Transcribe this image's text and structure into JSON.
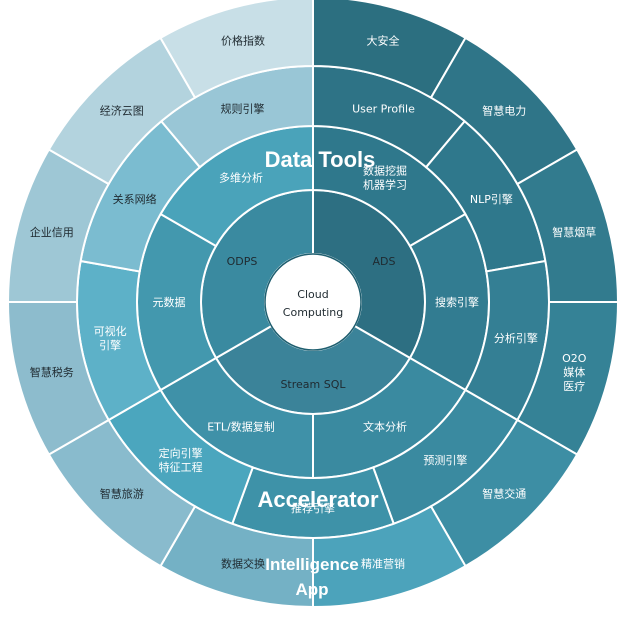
{
  "center": {
    "lines": [
      "Cloud",
      "Computing"
    ]
  },
  "band_titles": [
    {
      "key": "data_tools",
      "text": "Data Tools"
    },
    {
      "key": "accelerator",
      "text": "Accelerator"
    },
    {
      "key": "intelligence_app",
      "lines": [
        "Intelligence",
        "App"
      ]
    }
  ],
  "rings": [
    {
      "level": 1,
      "segments": [
        {
          "lines": [
            "ADS"
          ],
          "color": "#2d6f82"
        },
        {
          "lines": [
            "Stream SQL"
          ],
          "color": "#3b8399"
        },
        {
          "lines": [
            "ODPS"
          ],
          "color": "#3a8aa0"
        }
      ]
    },
    {
      "level": 2,
      "segments": [
        {
          "lines": [
            "数据挖掘",
            "机器学习"
          ],
          "color": "#2f788c"
        },
        {
          "lines": [
            "搜索引擎"
          ],
          "color": "#327c91"
        },
        {
          "lines": [
            "文本分析"
          ],
          "color": "#3a8aa0"
        },
        {
          "lines": [
            "ETL/数据复制"
          ],
          "color": "#3f91a8"
        },
        {
          "lines": [
            "元数据"
          ],
          "color": "#4398ae"
        },
        {
          "lines": [
            "多维分析"
          ],
          "color": "#4aa3ba"
        }
      ]
    },
    {
      "level": 3,
      "segments": [
        {
          "lines": [
            "User Profile"
          ],
          "color": "#2e7386"
        },
        {
          "lines": [
            "NLP引擎"
          ],
          "color": "#2f788c"
        },
        {
          "lines": [
            "分析引擎"
          ],
          "color": "#347f94"
        },
        {
          "lines": [
            "预测引擎"
          ],
          "color": "#3a8aa0"
        },
        {
          "lines": [
            "推荐引擎"
          ],
          "color": "#3e92a8"
        },
        {
          "lines": [
            "定向引擎",
            "特征工程"
          ],
          "color": "#4ba6be"
        },
        {
          "lines": [
            "可视化",
            "引擎"
          ],
          "color": "#5db1c8"
        },
        {
          "lines": [
            "关系网络"
          ],
          "color": "#7bbcd0"
        },
        {
          "lines": [
            "规则引擎"
          ],
          "color": "#99c6d6"
        }
      ]
    },
    {
      "level": 4,
      "segments": [
        {
          "lines": [
            "大安全"
          ],
          "color": "#2c6f80"
        },
        {
          "lines": [
            "智慧电力"
          ],
          "color": "#2f7588"
        },
        {
          "lines": [
            "智慧烟草"
          ],
          "color": "#327b8e"
        },
        {
          "lines": [
            "O2O",
            "媒体",
            "医疗"
          ],
          "color": "#358296"
        },
        {
          "lines": [
            "智慧交通"
          ],
          "color": "#3d8ea4"
        },
        {
          "lines": [
            "精准营销"
          ],
          "color": "#4ca3bb"
        },
        {
          "lines": [
            "数据交换"
          ],
          "color": "#74b1c5"
        },
        {
          "lines": [
            "智慧旅游"
          ],
          "color": "#89bbcd"
        },
        {
          "lines": [
            "智慧税务"
          ],
          "color": "#8dbccd"
        },
        {
          "lines": [
            "企业信用"
          ],
          "color": "#9ec7d5"
        },
        {
          "lines": [
            "经济云图"
          ],
          "color": "#b3d3de"
        },
        {
          "lines": [
            "价格指数"
          ],
          "color": "#c8dfe7"
        }
      ]
    }
  ]
}
